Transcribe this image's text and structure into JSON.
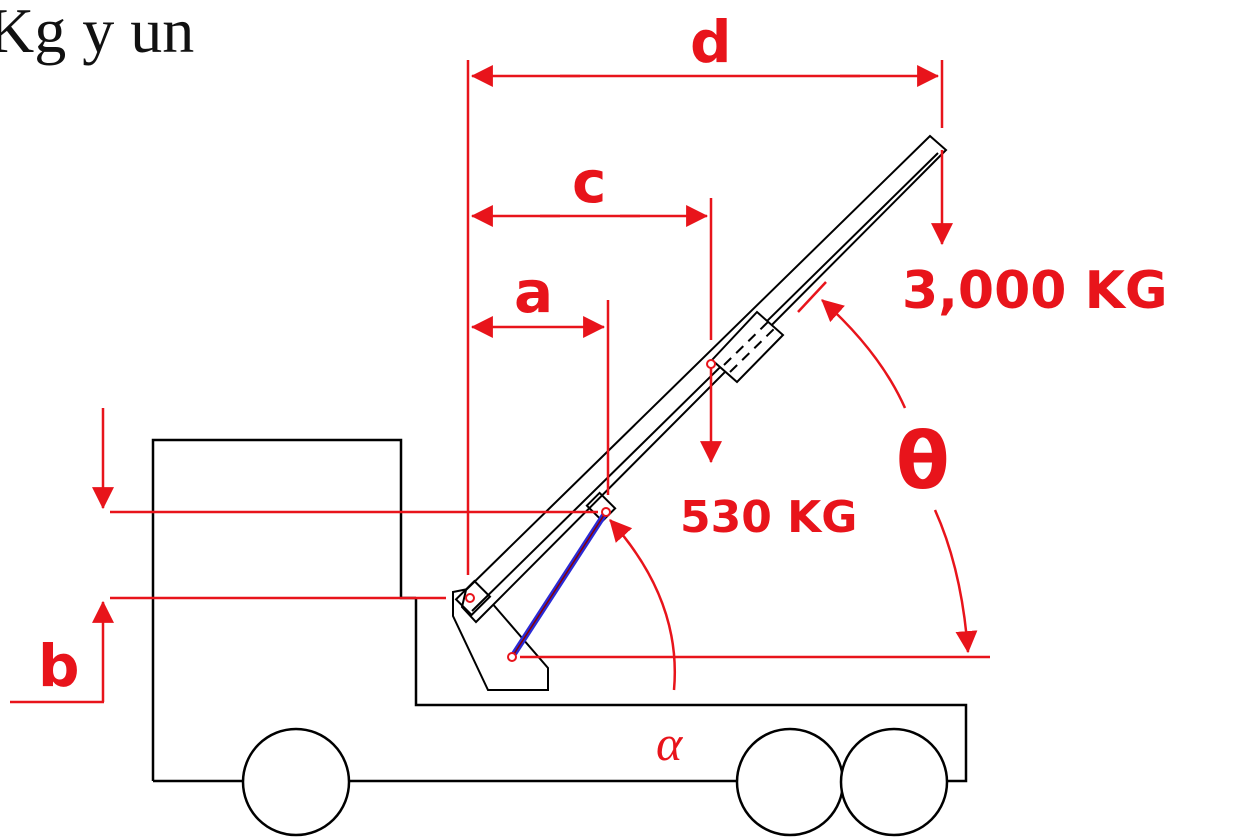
{
  "header_text": "Kg  y  un",
  "dimensions": {
    "a": "a",
    "b": "b",
    "c": "c",
    "d": "d"
  },
  "angles": {
    "alpha": "α",
    "theta": "θ"
  },
  "loads": {
    "tip_load": "3,000 KG",
    "boom_weight": "530 KG"
  },
  "colors": {
    "annotation": "#e8141b",
    "drawing": "#000000",
    "cylinder": "#2a2ad6"
  }
}
